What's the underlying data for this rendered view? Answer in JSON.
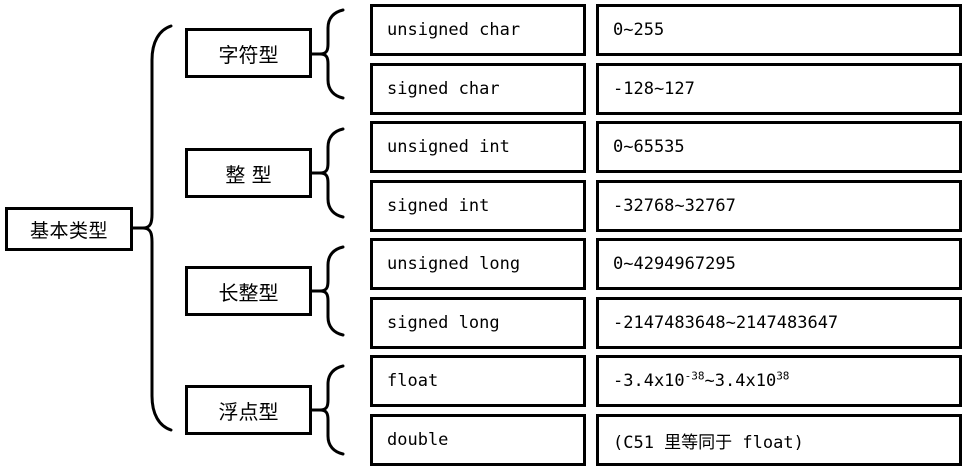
{
  "diagram": {
    "title_node": "基本类型",
    "groups": [
      {
        "category": "字符型",
        "rows": [
          {
            "type": "unsigned char",
            "range_prefix": "0~255",
            "range_sup1": "",
            "range_mid": "",
            "range_sup2": ""
          },
          {
            "type": "signed char",
            "range_prefix": "-128~127",
            "range_sup1": "",
            "range_mid": "",
            "range_sup2": ""
          }
        ]
      },
      {
        "category": "整 型",
        "rows": [
          {
            "type": "unsigned int",
            "range_prefix": "0~65535",
            "range_sup1": "",
            "range_mid": "",
            "range_sup2": ""
          },
          {
            "type": "signed int",
            "range_prefix": "-32768~32767",
            "range_sup1": "",
            "range_mid": "",
            "range_sup2": ""
          }
        ]
      },
      {
        "category": "长整型",
        "rows": [
          {
            "type": "unsigned long",
            "range_prefix": "0~4294967295",
            "range_sup1": "",
            "range_mid": "",
            "range_sup2": ""
          },
          {
            "type": "signed long",
            "range_prefix": "-2147483648~2147483647",
            "range_sup1": "",
            "range_mid": "",
            "range_sup2": ""
          }
        ]
      },
      {
        "category": "浮点型",
        "rows": [
          {
            "type": "float",
            "range_prefix": "-3.4x10",
            "range_sup1": "-38",
            "range_mid": "~3.4x10",
            "range_sup2": "38"
          },
          {
            "type": "double",
            "range_prefix": "(C51 里等同于 float)",
            "range_sup1": "",
            "range_mid": "",
            "range_sup2": ""
          }
        ]
      }
    ],
    "colors": {
      "stroke": "#000000",
      "background": "#ffffff",
      "text": "#000000"
    }
  }
}
